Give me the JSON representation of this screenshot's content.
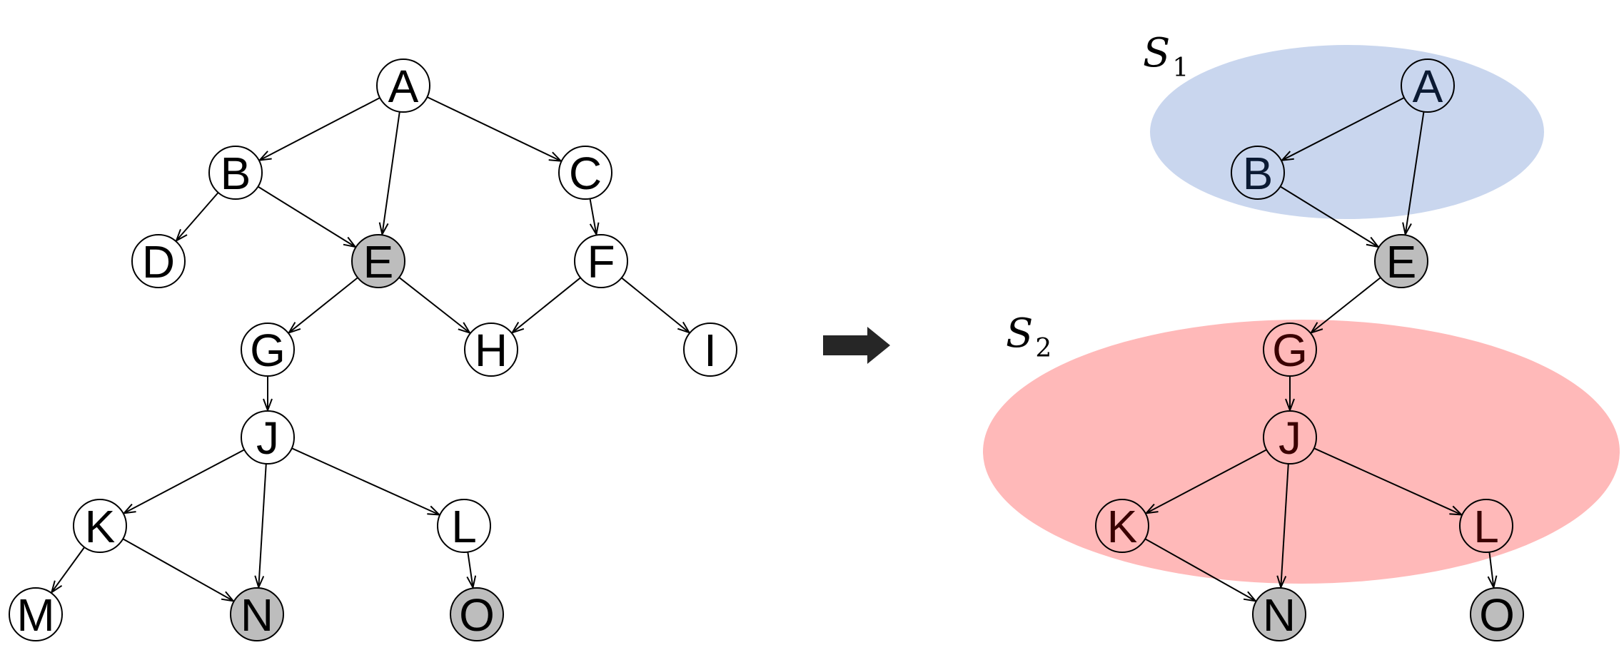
{
  "colors": {
    "node_fill": "#ffffff",
    "node_observed_fill": "#bdbdbd",
    "edge": "#000000",
    "set1_fill": "#c9d6ee",
    "set2_fill": "#ffb9b9",
    "set1_text": "#0b1a33",
    "set2_text": "#3a0000",
    "arrow": "#262626"
  },
  "left_graph": {
    "nodes": [
      {
        "id": "A",
        "label": "A",
        "observed": false
      },
      {
        "id": "B",
        "label": "B",
        "observed": false
      },
      {
        "id": "C",
        "label": "C",
        "observed": false
      },
      {
        "id": "D",
        "label": "D",
        "observed": false
      },
      {
        "id": "E",
        "label": "E",
        "observed": true
      },
      {
        "id": "F",
        "label": "F",
        "observed": false
      },
      {
        "id": "G",
        "label": "G",
        "observed": false
      },
      {
        "id": "H",
        "label": "H",
        "observed": false
      },
      {
        "id": "I",
        "label": "I",
        "observed": false
      },
      {
        "id": "J",
        "label": "J",
        "observed": false
      },
      {
        "id": "K",
        "label": "K",
        "observed": false
      },
      {
        "id": "L",
        "label": "L",
        "observed": false
      },
      {
        "id": "M",
        "label": "M",
        "observed": false
      },
      {
        "id": "N",
        "label": "N",
        "observed": true
      },
      {
        "id": "O",
        "label": "O",
        "observed": true
      }
    ],
    "edges": [
      [
        "A",
        "B"
      ],
      [
        "A",
        "E"
      ],
      [
        "A",
        "C"
      ],
      [
        "B",
        "D"
      ],
      [
        "B",
        "E"
      ],
      [
        "C",
        "F"
      ],
      [
        "E",
        "G"
      ],
      [
        "E",
        "H"
      ],
      [
        "F",
        "H"
      ],
      [
        "F",
        "I"
      ],
      [
        "G",
        "J"
      ],
      [
        "J",
        "K"
      ],
      [
        "J",
        "N"
      ],
      [
        "J",
        "L"
      ],
      [
        "K",
        "M"
      ],
      [
        "K",
        "N"
      ],
      [
        "L",
        "O"
      ]
    ]
  },
  "transform_icon": "right-arrow-icon",
  "right_graph": {
    "sets": [
      {
        "id": "S1",
        "symbol": "S",
        "subscript": "1",
        "members": [
          "A",
          "B"
        ]
      },
      {
        "id": "S2",
        "symbol": "S",
        "subscript": "2",
        "members": [
          "G",
          "J",
          "K",
          "L"
        ]
      }
    ],
    "nodes": [
      {
        "id": "A",
        "label": "A",
        "observed": false,
        "set": "S1"
      },
      {
        "id": "B",
        "label": "B",
        "observed": false,
        "set": "S1"
      },
      {
        "id": "E",
        "label": "E",
        "observed": true,
        "set": ""
      },
      {
        "id": "G",
        "label": "G",
        "observed": false,
        "set": "S2"
      },
      {
        "id": "J",
        "label": "J",
        "observed": false,
        "set": "S2"
      },
      {
        "id": "K",
        "label": "K",
        "observed": false,
        "set": "S2"
      },
      {
        "id": "L",
        "label": "L",
        "observed": false,
        "set": "S2"
      },
      {
        "id": "N",
        "label": "N",
        "observed": true,
        "set": ""
      },
      {
        "id": "O",
        "label": "O",
        "observed": true,
        "set": ""
      }
    ],
    "edges": [
      [
        "A",
        "B"
      ],
      [
        "A",
        "E"
      ],
      [
        "B",
        "E"
      ],
      [
        "E",
        "G"
      ],
      [
        "G",
        "J"
      ],
      [
        "J",
        "K"
      ],
      [
        "J",
        "N"
      ],
      [
        "J",
        "L"
      ],
      [
        "K",
        "N"
      ],
      [
        "L",
        "O"
      ]
    ]
  }
}
